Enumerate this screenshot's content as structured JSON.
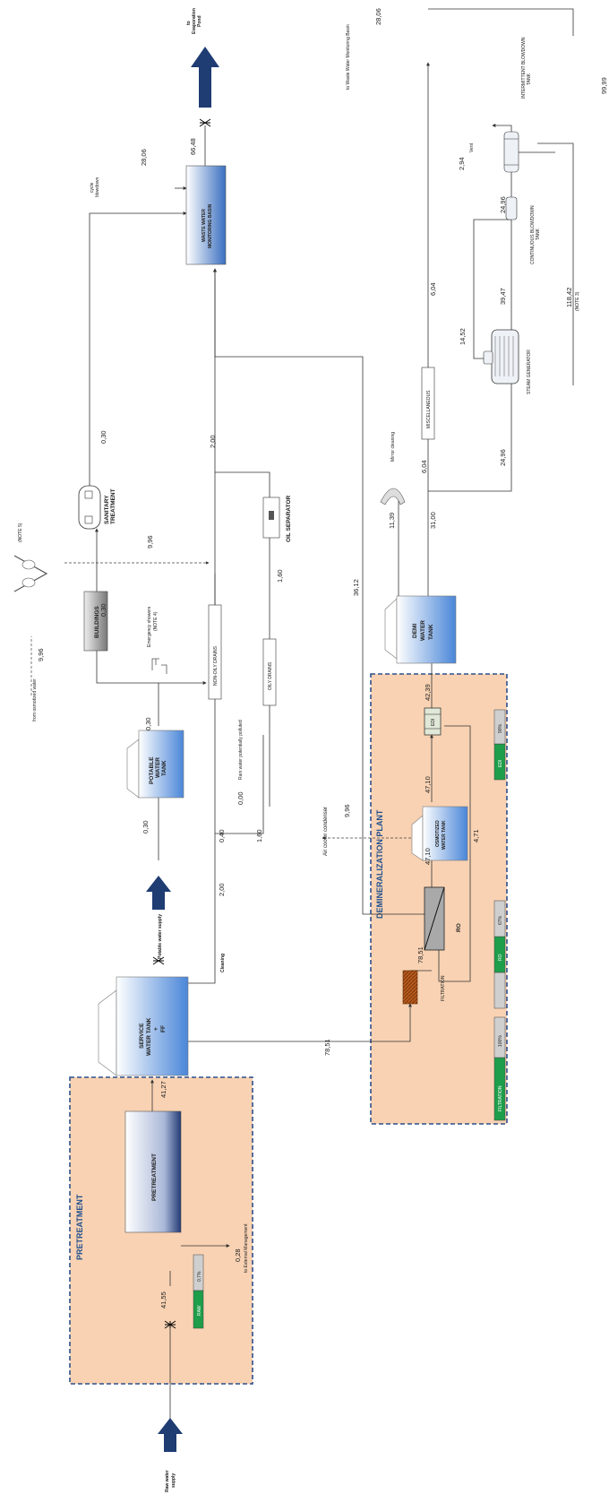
{
  "zones": {
    "pretreatment": "PRETREATMENT",
    "demineralization": "DEMINERALIZATION PLANT"
  },
  "equipment": {
    "pretreatment": "PRETREATMENT",
    "service_water_tank": [
      "SERVICE",
      "WATER TANK",
      "+",
      "FF"
    ],
    "potable_water_tank": [
      "POTABLE",
      "WATER",
      "TANK"
    ],
    "buildings": "BUILDINGS",
    "sanitary_treatment": [
      "SANITARY",
      "TREATMENT"
    ],
    "waste_water_basin": [
      "WASTE WATER",
      "MONITORING BASIN"
    ],
    "non_oily_drains": "NON-OILY DRAINS",
    "oily_drains": "OILY DRAINS",
    "oil_separator": "OIL SEPARATOR",
    "filtration": "FILTRATION",
    "ro": "RO",
    "osmotized_tank": [
      "OSMOTIZED",
      "WATER TANK"
    ],
    "edi": "EDI",
    "demi_water_tank": [
      "DEMI",
      "WATER",
      "TANK"
    ],
    "miscellaneous": "MISCELLANEOUS",
    "steam_generator": "STEAM GENERATOR",
    "continuous_blowdown": [
      "CONTINUOUS BLOWDOWN",
      "TANK"
    ],
    "intermittent_blowdown": [
      "INTERMITTENT BLOWDOWN",
      "TANK"
    ]
  },
  "labels": {
    "raw_water_supply": [
      "Raw water",
      "supply"
    ],
    "potable_water_supply": "Potable water supply",
    "to_evaporation_pond": [
      "to",
      "Evaporation",
      "Pond"
    ],
    "to_external_management": "to External Management",
    "cleaning": "Cleaning",
    "emergency_showers": "Emergency showers",
    "note4": "(NOTE 4)",
    "from_osmotized_water": "from osmotized water",
    "note5": "(NOTE 5)",
    "rain_water": "Rain water potentially polluted",
    "cycle_blowdown": [
      "cycle",
      "blowdown"
    ],
    "mirror_cleaning": "Mirror cleaning",
    "air_cooler_condenser": "Air cooler condenser",
    "to_waste_water_basin": "to Waste Water Monitoring Basin",
    "vent": "Vent",
    "note3": "(NOTE 3)"
  },
  "flows": {
    "raw_in": "41,55",
    "pre_out": "41,27",
    "pre_reject": "0,28",
    "to_filtration": "78,51",
    "filt_out": "78,51",
    "ro_out": "47,10",
    "osm_out": "47,10",
    "edi_return": "4,71",
    "ro_reject": "36,12",
    "air_cooler": "9,96",
    "edi_out": "42,39",
    "demi_mirror": "11,39",
    "demi_down": "31,00",
    "misc": "6,04",
    "sg_in": "24,96",
    "misc_out": "6,04",
    "sg_out_a": "14,52",
    "sg_out_b": "39,47",
    "cb_out": "24,96",
    "vent": "2,94",
    "sg_note3": "118,42",
    "top_28": "28,06",
    "potable_in": "0,30",
    "potable_out": "0,30",
    "bld_out": "0,30",
    "san_out": "0,30",
    "cleaning": "2,00",
    "nonoily_a": "0,40",
    "nonoily_b": "1,60",
    "nonoily_up": "2,00",
    "rain": "0,00",
    "oily_out": "1,60",
    "osm_water_a": "9,96",
    "osm_water_b": "9,96",
    "cycle_bd": "28,06",
    "basin_out": "66,48",
    "edge_value": "99,99"
  },
  "gauges": {
    "pretreatment_bar": [
      "0,7%",
      "RAW"
    ],
    "filtration_bar": [
      "FILTRATION",
      "100%"
    ],
    "ro_bar": [
      "RO",
      "67%"
    ],
    "edi_bar": [
      "EDI",
      "90%"
    ]
  },
  "colors": {
    "zone_fill": "#f8d2b3",
    "zone_border": "#2e4f8a",
    "arrow": "#1f3c73",
    "tank_blue": "#4a86d8",
    "gauge_green": "#1e9e4a",
    "gauge_grey": "#cfcfcf"
  }
}
